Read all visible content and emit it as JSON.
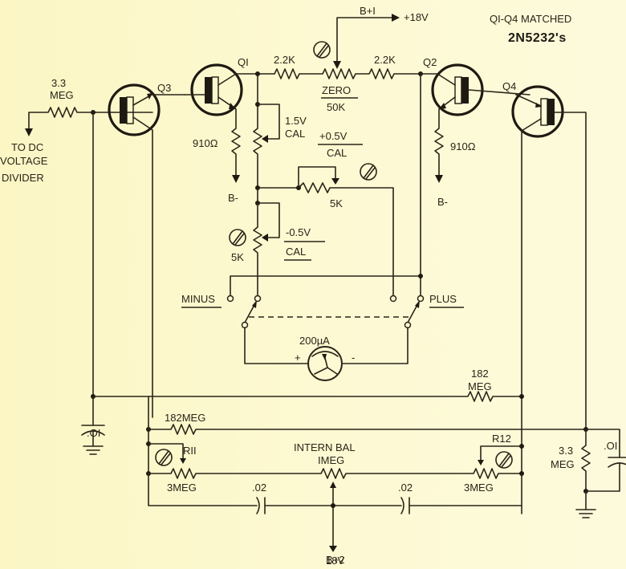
{
  "title": "Q1-Q4 matched 2N5232 differential voltmeter schematic",
  "notes": {
    "matched_line1": "QI-Q4 MATCHED",
    "matched_line2": "2N5232's"
  },
  "transistors": [
    {
      "ref": "Q3",
      "label": "Q3"
    },
    {
      "ref": "Q1",
      "label": "QI"
    },
    {
      "ref": "Q2",
      "label": "Q2"
    },
    {
      "ref": "Q4",
      "label": "Q4"
    }
  ],
  "labels": {
    "input_res_value_1": "3.3",
    "input_res_value_2": "MEG",
    "to_dc_1": "TO DC",
    "to_dc_2": "VOLTAGE",
    "to_dc_3": "DIVIDER",
    "emitter_res_left": "910Ω",
    "emitter_res_right": "910Ω",
    "b_minus_left": "B-",
    "b_minus_right": "B-",
    "r22k_left": "2.2K",
    "r22k_right": "2.2K",
    "zero_name": "ZERO",
    "zero_value": "50K",
    "b_plus1": "B+I",
    "b_plus1_volts": "+18V",
    "cal15_1": "1.5V",
    "cal15_2": "CAL",
    "cal_pos_1": "+0.5V",
    "cal_pos_2": "CAL",
    "cal_pos_value": "5K",
    "cal_neg_1": "-0.5V",
    "cal_neg_2": "CAL",
    "cal_neg_value": "5K",
    "minus": "MINUS",
    "plus": "PLUS",
    "meter": "200µA",
    "meter_plus": "+",
    "meter_minus": "-",
    "r182_right_1": "182",
    "r182_right_2": "MEG",
    "r182_left": "182MEG",
    "cap_left": ".OI",
    "cap_right": ".OI",
    "r11": "RII",
    "r12": "R12",
    "r11_value": "3MEG",
    "r12_value": "3MEG",
    "intern_bal_1": "INTERN BAL",
    "intern_bal_2": "IMEG",
    "cap02_left": ".02",
    "cap02_right": ".02",
    "out_res_1": "3.3",
    "out_res_2": "MEG",
    "b_plus2": "B+2",
    "b_plus2_volts": "18V"
  },
  "colors": {
    "paper": "#fdf9d2",
    "ink": "#2a2418"
  }
}
